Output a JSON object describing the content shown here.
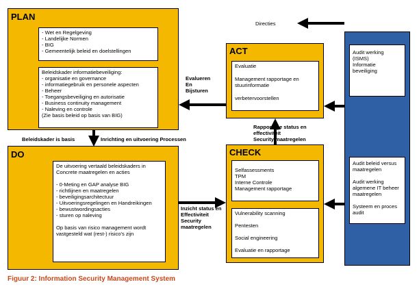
{
  "plan": {
    "title": "PLAN",
    "box1": [
      "- Wet en Regelgeving",
      "- Landelijke Normen",
      "- BIG",
      "- Gemeentelijk beleid en doelstellingen"
    ],
    "box2_heading": "Beleidskader informatiebeveiliging:",
    "box2": [
      "- organisatie en governance",
      "- informatiegebruik en personele aspecten",
      "- Beheer",
      "- Toegangsbeveiliging en autorisatie",
      "- Business continuity management",
      "- Naleving en controle",
      "(Zie basis beleid op basis van BIG)"
    ]
  },
  "do": {
    "title": "DO",
    "intro": "De uitvoering vertaald beleidskaders in Concrete maatregelen en acties",
    "items": [
      "- 0-Meting en GAP analyse BIG",
      "- richtlijnen en maatregelen",
      "- beveiligingsarchitectuur",
      "- Uitvoeringsregelingen en Handreikingen",
      "- bewustwordingsacties",
      "- sturen op naleving"
    ],
    "footer": "Op basis van risico management wordt vastgesteld wat (rest-) risico's zijn"
  },
  "act": {
    "title": "ACT",
    "lines": [
      "Evaluatie",
      "Management rapportage en stuurinformatie",
      "verbetervoorstellen"
    ]
  },
  "check": {
    "title": "CHECK",
    "box1": [
      "Selfassessments",
      "TPM",
      "Interne Controle",
      "Management rapportage"
    ],
    "box2": [
      "Vulnerability scanning",
      "Pentesten",
      "Social engineering",
      "Evaluatie en rapportage"
    ]
  },
  "audit": {
    "top": [
      "Audit werking",
      "(ISMS)",
      "Informatie",
      "beveiliging"
    ],
    "bottom": [
      "Audit beleid versus maatregelen",
      "Audit werking algemene IT beheer maatregelen",
      "Systeem en proces audit"
    ]
  },
  "labels": {
    "directies": "Directies",
    "evalueren": [
      "Evalueren",
      "En",
      "Bijsturen"
    ],
    "beleidskader": "Beleidskader is basis",
    "inrichting": "Inrichting en uitvoering Processen",
    "rapportage": [
      "Rapportage status en",
      "effectiviteit",
      "Security maatregelen"
    ],
    "inzicht": [
      "Inzicht status en",
      "Effectiviteit",
      "Security",
      "maatregelen"
    ]
  },
  "caption": "Figuur 2: Information Security Management System"
}
